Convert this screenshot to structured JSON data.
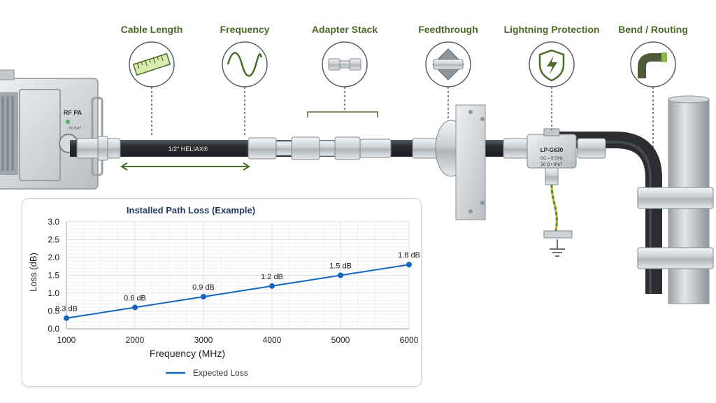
{
  "categories": [
    {
      "key": "cable-length",
      "label": "Cable Length",
      "icon": "ruler-icon"
    },
    {
      "key": "frequency",
      "label": "Frequency",
      "icon": "sine-wave-icon"
    },
    {
      "key": "adapter-stack",
      "label": "Adapter Stack",
      "icon": "adapter-icon"
    },
    {
      "key": "feedthrough",
      "label": "Feedthrough",
      "icon": "feedthrough-icon"
    },
    {
      "key": "lightning-protection",
      "label": "Lightning Protection",
      "icon": "shield-lightning-icon"
    },
    {
      "key": "bend-routing",
      "label": "Bend / Routing",
      "icon": "bend-icon"
    }
  ],
  "amplifier": {
    "name": "RF PA",
    "port": "TX OUT"
  },
  "cable": {
    "label": "1/2\" HELIAX®"
  },
  "protector": {
    "model": "LP-G630",
    "range": "DC – 6 GHz",
    "spec": "50 Ω • IP67"
  },
  "colors": {
    "accent": "#4a6b2a",
    "series": "#1565c0",
    "cable": "#2b2d30",
    "metal": "#c4c9ce"
  },
  "chart_data": {
    "type": "line",
    "title": "Installed Path Loss (Example)",
    "xlabel": "Frequency (MHz)",
    "ylabel": "Loss (dB)",
    "xlim": [
      1000,
      6000
    ],
    "ylim": [
      0,
      3
    ],
    "xticks": [
      "1000",
      "2000",
      "3000",
      "4000",
      "5000",
      "6000"
    ],
    "yticks": [
      "0.0",
      "0.5",
      "1.0",
      "1.5",
      "2.0",
      "2.5",
      "3.0"
    ],
    "grid": true,
    "legend_position": "bottom-center",
    "series": [
      {
        "name": "Expected Loss",
        "color": "#1565c0",
        "x": [
          1000,
          2000,
          3000,
          4000,
          5000,
          6000
        ],
        "y": [
          0.3,
          0.6,
          0.9,
          1.2,
          1.5,
          1.8
        ],
        "labels": [
          "0.3 dB",
          "0.6 dB",
          "0.9 dB",
          "1.2 dB",
          "1.5 dB",
          "1.8 dB"
        ]
      }
    ]
  }
}
